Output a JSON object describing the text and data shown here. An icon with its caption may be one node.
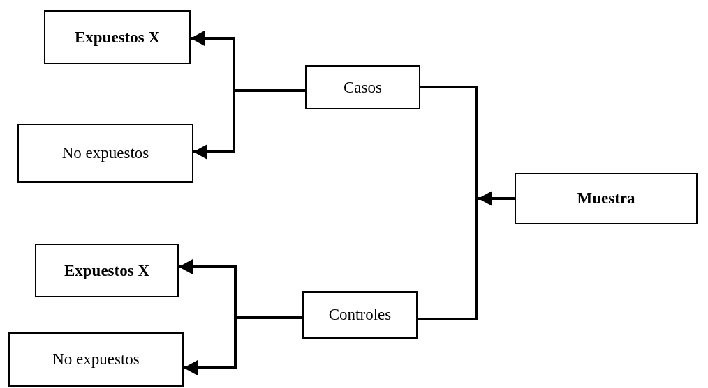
{
  "diagram": {
    "nodes": [
      {
        "text": [
          "Expuestos X"
        ]
      },
      {
        "text": [
          "No expuestos"
        ]
      },
      {
        "text": [
          "Casos"
        ]
      },
      {
        "text": [
          "Muestra"
        ]
      },
      {
        "text": [
          "Expuestos X"
        ]
      },
      {
        "text": [
          "Controles"
        ]
      },
      {
        "text": [
          "No expuestos"
        ]
      },
      {
        "text": [],
        "shape": "bar"
      }
    ],
    "edges": [
      {
        "from": 3,
        "to": 7,
        "arrow": "to"
      },
      {
        "from": 7,
        "to": 2,
        "arrow": "none"
      },
      {
        "from": 7,
        "to": 5,
        "arrow": "none"
      },
      {
        "from": 2,
        "to": 0,
        "arrow": "to"
      },
      {
        "from": 2,
        "to": 1,
        "arrow": "to"
      },
      {
        "from": 5,
        "to": 4,
        "arrow": "to"
      },
      {
        "from": 5,
        "to": 6,
        "arrow": "to"
      }
    ]
  }
}
